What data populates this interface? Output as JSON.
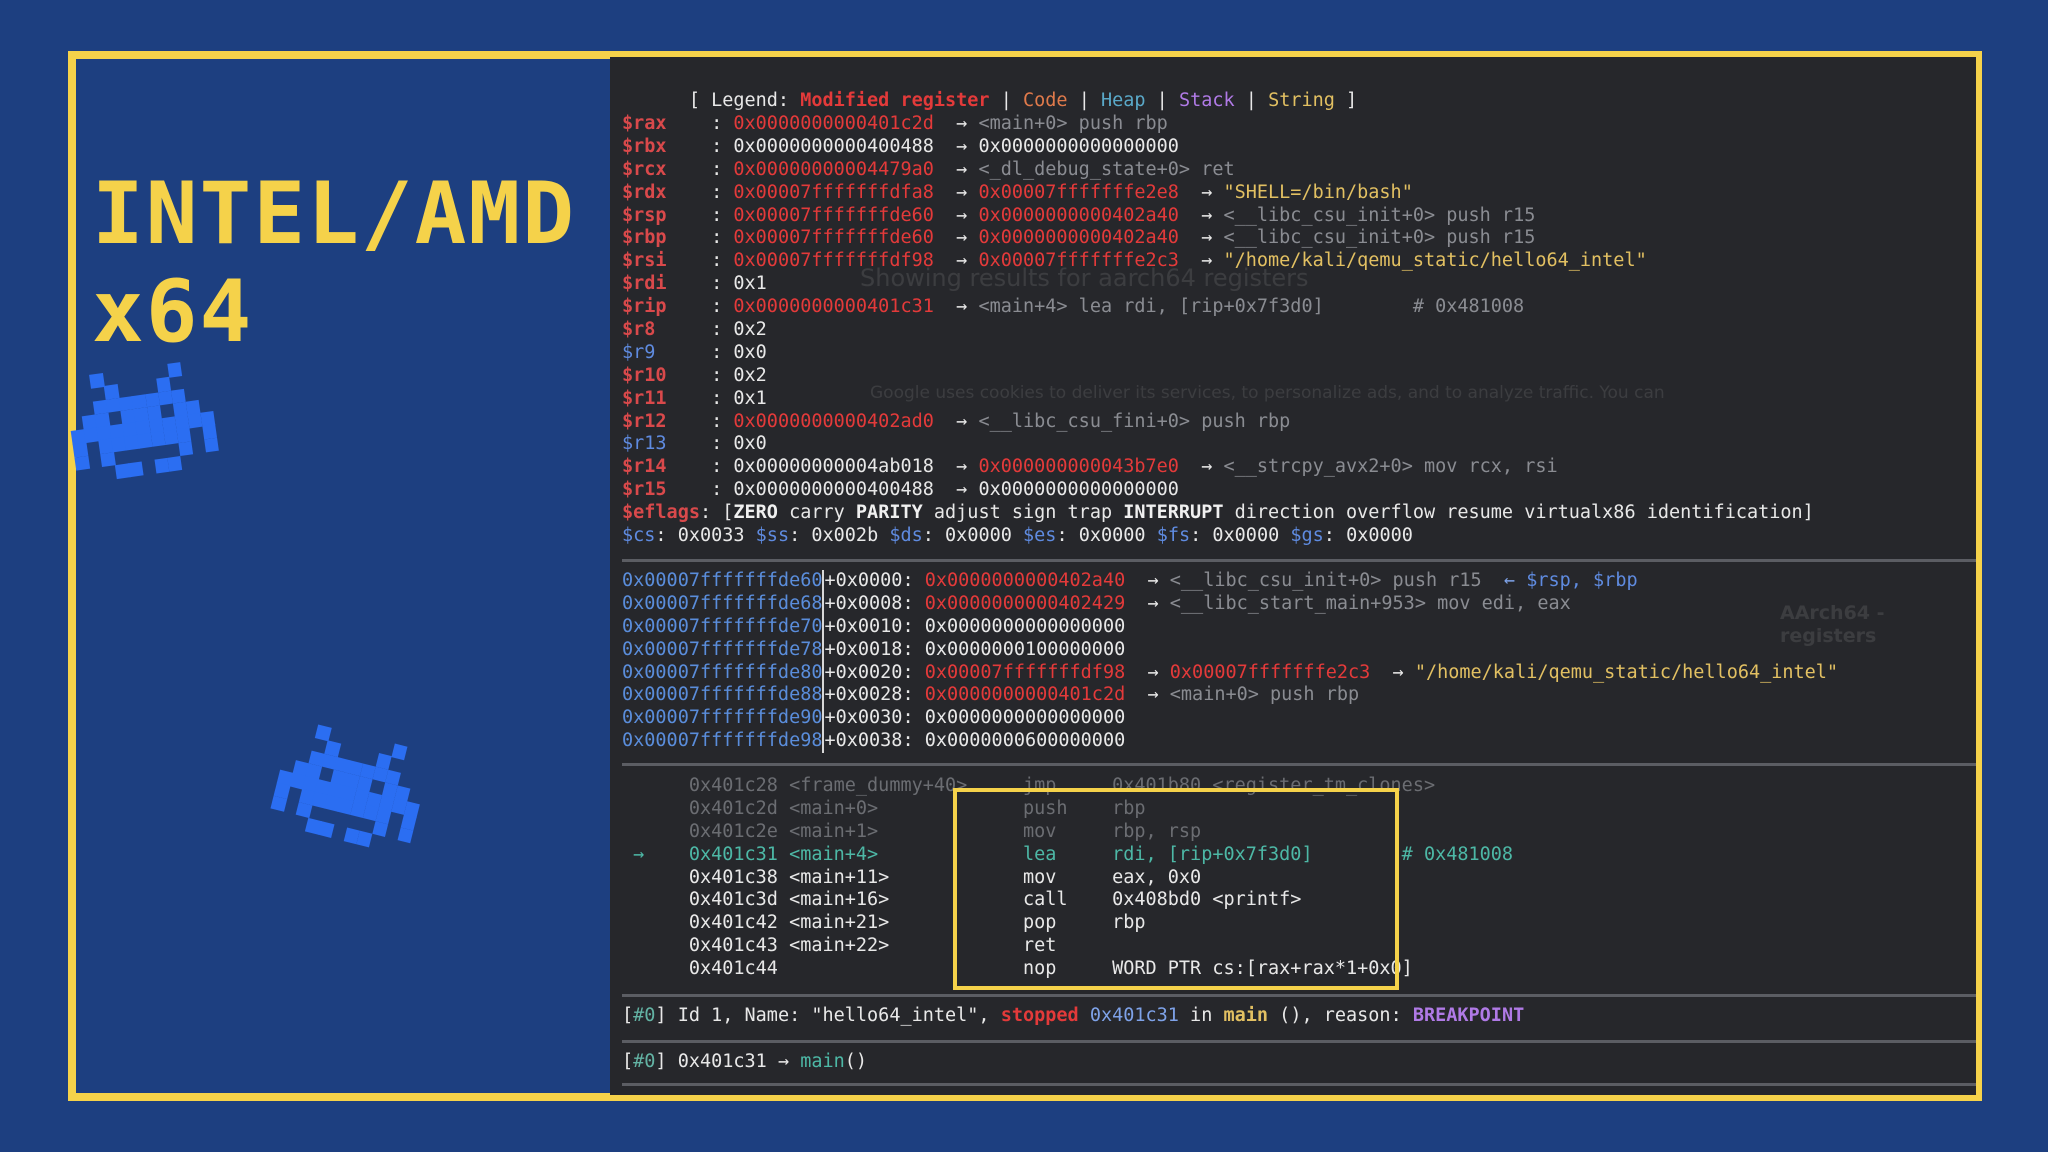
{
  "title": {
    "line1": "INTEL/AMD",
    "line2": "x64"
  },
  "legend": {
    "prefix": "[ Legend: ",
    "modified": "Modified register",
    "code": "Code",
    "heap": "Heap",
    "stack": "Stack",
    "string": "String",
    "suffix": " ]"
  },
  "registers": [
    {
      "name": "$rax",
      "value": "0x0000000000401c2d",
      "vcolor": "red",
      "nameColor": "red",
      "chain": [
        {
          "t": "→ ",
          "c": "white"
        },
        {
          "t": "<main+0> push rbp",
          "c": "grey"
        }
      ]
    },
    {
      "name": "$rbx",
      "value": "0x0000000000400488",
      "vcolor": "white",
      "nameColor": "red",
      "chain": [
        {
          "t": "→ ",
          "c": "white"
        },
        {
          "t": "0x0000000000000000",
          "c": "white"
        }
      ]
    },
    {
      "name": "$rcx",
      "value": "0x00000000004479a0",
      "vcolor": "red",
      "nameColor": "red",
      "chain": [
        {
          "t": "→ ",
          "c": "white"
        },
        {
          "t": "<_dl_debug_state+0> ret",
          "c": "grey"
        }
      ]
    },
    {
      "name": "$rdx",
      "value": "0x00007fffffffdfa8",
      "vcolor": "red",
      "nameColor": "red",
      "chain": [
        {
          "t": "→ ",
          "c": "white"
        },
        {
          "t": "0x00007fffffffe2e8",
          "c": "red"
        },
        {
          "t": "  → ",
          "c": "white"
        },
        {
          "t": "\"SHELL=/bin/bash\"",
          "c": "yellow"
        }
      ]
    },
    {
      "name": "$rsp",
      "value": "0x00007fffffffde60",
      "vcolor": "red",
      "nameColor": "red",
      "chain": [
        {
          "t": "→ ",
          "c": "white"
        },
        {
          "t": "0x0000000000402a40",
          "c": "red"
        },
        {
          "t": "  → ",
          "c": "white"
        },
        {
          "t": "<__libc_csu_init+0> push r15",
          "c": "grey"
        }
      ]
    },
    {
      "name": "$rbp",
      "value": "0x00007fffffffde60",
      "vcolor": "red",
      "nameColor": "red",
      "chain": [
        {
          "t": "→ ",
          "c": "white"
        },
        {
          "t": "0x0000000000402a40",
          "c": "red"
        },
        {
          "t": "  → ",
          "c": "white"
        },
        {
          "t": "<__libc_csu_init+0> push r15",
          "c": "grey"
        }
      ]
    },
    {
      "name": "$rsi",
      "value": "0x00007fffffffdf98",
      "vcolor": "red",
      "nameColor": "red",
      "chain": [
        {
          "t": "→ ",
          "c": "white"
        },
        {
          "t": "0x00007fffffffe2c3",
          "c": "red"
        },
        {
          "t": "  → ",
          "c": "white"
        },
        {
          "t": "\"/home/kali/qemu_static/hello64_intel\"",
          "c": "yellow"
        }
      ]
    },
    {
      "name": "$rdi",
      "value": "0x1",
      "vcolor": "white",
      "nameColor": "red",
      "chain": []
    },
    {
      "name": "$rip",
      "value": "0x0000000000401c31",
      "vcolor": "red",
      "nameColor": "red",
      "chain": [
        {
          "t": "→ ",
          "c": "white"
        },
        {
          "t": "<main+4> lea rdi, [rip+0x7f3d0]        # 0x481008",
          "c": "grey"
        }
      ]
    },
    {
      "name": "$r8",
      "value": "0x2",
      "vcolor": "white",
      "nameColor": "red",
      "chain": []
    },
    {
      "name": "$r9",
      "value": "0x0",
      "vcolor": "white",
      "nameColor": "blue",
      "chain": []
    },
    {
      "name": "$r10",
      "value": "0x2",
      "vcolor": "white",
      "nameColor": "red",
      "chain": []
    },
    {
      "name": "$r11",
      "value": "0x1",
      "vcolor": "white",
      "nameColor": "red",
      "chain": []
    },
    {
      "name": "$r12",
      "value": "0x0000000000402ad0",
      "vcolor": "red",
      "nameColor": "red",
      "chain": [
        {
          "t": "→ ",
          "c": "white"
        },
        {
          "t": "<__libc_csu_fini+0> push rbp",
          "c": "grey"
        }
      ]
    },
    {
      "name": "$r13",
      "value": "0x0",
      "vcolor": "white",
      "nameColor": "blue",
      "chain": []
    },
    {
      "name": "$r14",
      "value": "0x00000000004ab018",
      "vcolor": "white",
      "nameColor": "red",
      "chain": [
        {
          "t": "→ ",
          "c": "white"
        },
        {
          "t": "0x000000000043b7e0",
          "c": "red"
        },
        {
          "t": "  → ",
          "c": "white"
        },
        {
          "t": "<__strcpy_avx2+0> mov rcx, rsi",
          "c": "grey"
        }
      ]
    },
    {
      "name": "$r15",
      "value": "0x0000000000400488",
      "vcolor": "white",
      "nameColor": "red",
      "chain": [
        {
          "t": "→ ",
          "c": "white"
        },
        {
          "t": "0x0000000000000000",
          "c": "white"
        }
      ]
    }
  ],
  "eflags": {
    "name": "$eflags",
    "parts": [
      {
        "t": ": [",
        "c": "white"
      },
      {
        "t": "ZERO",
        "c": "whiteB"
      },
      {
        "t": " carry ",
        "c": "white"
      },
      {
        "t": "PARITY",
        "c": "whiteB"
      },
      {
        "t": " adjust sign trap ",
        "c": "white"
      },
      {
        "t": "INTERRUPT",
        "c": "whiteB"
      },
      {
        "t": " direction overflow resume virtualx86 identification]",
        "c": "white"
      }
    ]
  },
  "segments": [
    {
      "name": "$cs",
      "value": "0x0033"
    },
    {
      "name": "$ss",
      "value": "0x002b"
    },
    {
      "name": "$ds",
      "value": "0x0000"
    },
    {
      "name": "$es",
      "value": "0x0000"
    },
    {
      "name": "$fs",
      "value": "0x0000"
    },
    {
      "name": "$gs",
      "value": "0x0000"
    }
  ],
  "stack": [
    {
      "addr": "0x00007fffffffde60",
      "off": "+0x0000: ",
      "parts": [
        {
          "t": "0x0000000000402a40",
          "c": "red"
        },
        {
          "t": "  → ",
          "c": "white"
        },
        {
          "t": "<__libc_csu_init+0> push r15",
          "c": "grey"
        },
        {
          "t": "  ← ",
          "c": "blue"
        },
        {
          "t": "$rsp, $rbp",
          "c": "regb"
        }
      ]
    },
    {
      "addr": "0x00007fffffffde68",
      "off": "+0x0008: ",
      "parts": [
        {
          "t": "0x0000000000402429",
          "c": "red"
        },
        {
          "t": "  → ",
          "c": "white"
        },
        {
          "t": "<__libc_start_main+953> mov edi, eax",
          "c": "grey"
        }
      ]
    },
    {
      "addr": "0x00007fffffffde70",
      "off": "+0x0010: ",
      "parts": [
        {
          "t": "0x0000000000000000",
          "c": "white"
        }
      ]
    },
    {
      "addr": "0x00007fffffffde78",
      "off": "+0x0018: ",
      "parts": [
        {
          "t": "0x0000000100000000",
          "c": "white"
        }
      ]
    },
    {
      "addr": "0x00007fffffffde80",
      "off": "+0x0020: ",
      "parts": [
        {
          "t": "0x00007fffffffdf98",
          "c": "red"
        },
        {
          "t": "  → ",
          "c": "white"
        },
        {
          "t": "0x00007fffffffe2c3",
          "c": "red"
        },
        {
          "t": "  → ",
          "c": "white"
        },
        {
          "t": "\"/home/kali/qemu_static/hello64_intel\"",
          "c": "yellow"
        }
      ]
    },
    {
      "addr": "0x00007fffffffde88",
      "off": "+0x0028: ",
      "parts": [
        {
          "t": "0x0000000000401c2d",
          "c": "red"
        },
        {
          "t": "  → ",
          "c": "white"
        },
        {
          "t": "<main+0> push rbp",
          "c": "grey"
        }
      ]
    },
    {
      "addr": "0x00007fffffffde90",
      "off": "+0x0030: ",
      "parts": [
        {
          "t": "0x0000000000000000",
          "c": "white"
        }
      ]
    },
    {
      "addr": "0x00007fffffffde98",
      "off": "+0x0038: ",
      "parts": [
        {
          "t": "0x0000000600000000",
          "c": "white"
        }
      ]
    }
  ],
  "code": [
    {
      "marker": " ",
      "addr": "0x401c28",
      "sym": "<frame_dummy+40>",
      "op": "jmp",
      "args": "0x401b80 <register_tm_clones>",
      "style": "dim"
    },
    {
      "marker": " ",
      "addr": "0x401c2d",
      "sym": "<main+0>",
      "op": "push",
      "args": "rbp",
      "style": "dim"
    },
    {
      "marker": " ",
      "addr": "0x401c2e",
      "sym": "<main+1>",
      "op": "mov",
      "args": "rbp, rsp",
      "style": "dim"
    },
    {
      "marker": "→",
      "addr": "0x401c31",
      "sym": "<main+4>",
      "op": "lea",
      "args": "rdi, [rip+0x7f3d0]        # 0x481008",
      "style": "current"
    },
    {
      "marker": " ",
      "addr": "0x401c38",
      "sym": "<main+11>",
      "op": "mov",
      "args": "eax, 0x0",
      "style": "normal"
    },
    {
      "marker": " ",
      "addr": "0x401c3d",
      "sym": "<main+16>",
      "op": "call",
      "args": "0x408bd0 <printf>",
      "style": "normal"
    },
    {
      "marker": " ",
      "addr": "0x401c42",
      "sym": "<main+21>",
      "op": "pop",
      "args": "rbp",
      "style": "normal"
    },
    {
      "marker": " ",
      "addr": "0x401c43",
      "sym": "<main+22>",
      "op": "ret",
      "args": "",
      "style": "normal"
    },
    {
      "marker": " ",
      "addr": "0x401c44",
      "sym": "",
      "op": "nop",
      "args": "WORD PTR cs:[rax+rax*1+0x0]",
      "style": "normal"
    }
  ],
  "threads": {
    "parts": [
      {
        "t": "[",
        "c": "white"
      },
      {
        "t": "#0",
        "c": "teal"
      },
      {
        "t": "] Id 1, Name: \"hello64_intel\", ",
        "c": "white"
      },
      {
        "t": "stopped",
        "c": "redB"
      },
      {
        "t": " ",
        "c": "white"
      },
      {
        "t": "0x401c31",
        "c": "blue"
      },
      {
        "t": " in ",
        "c": "white"
      },
      {
        "t": "main",
        "c": "yellowB"
      },
      {
        "t": " (), reason: ",
        "c": "white"
      },
      {
        "t": "BREAKPOINT",
        "c": "purple"
      }
    ]
  },
  "trace": {
    "parts": [
      {
        "t": "[",
        "c": "white"
      },
      {
        "t": "#0",
        "c": "teal"
      },
      {
        "t": "] 0x401c31 → ",
        "c": "white"
      },
      {
        "t": "main",
        "c": "green"
      },
      {
        "t": "()",
        "c": "white"
      }
    ]
  },
  "ghost": [
    "Showing results for aarch64 registers",
    "Google uses cookies to deliver its services, to personalize ads, and to analyze traffic. You can",
    "AArch64 - registers"
  ],
  "colors": {
    "background": "#1d3f80",
    "accent": "#f5d24a",
    "invader": "#2b6ef2",
    "terminal": "#26272b"
  }
}
